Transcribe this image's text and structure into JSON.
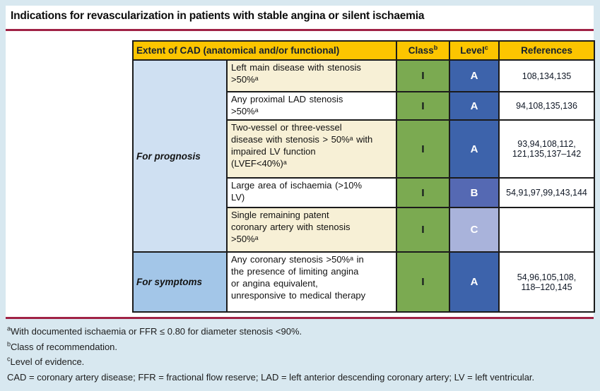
{
  "page": {
    "title": "Indications for revascularization in patients with stable angina or silent ischaemia"
  },
  "colors": {
    "page_background": "#D8E8F0",
    "panel_background": "#FFFFFF",
    "rule_red": "#A02245",
    "header_yellow": "#FCC500",
    "class_green": "#7BAA51",
    "level_a_blue": "#3D63AB",
    "level_b_blue": "#5569B3",
    "level_c_blue": "#A9B3DB",
    "prognosis_blue": "#CFE0F2",
    "symptoms_blue": "#A3C6E8",
    "indication_cream": "#F7F0D6"
  },
  "table": {
    "headers": {
      "extent": "Extent of CAD (anatomical and/or functional)",
      "class_label": "Class",
      "class_sup": "b",
      "level_label": "Level",
      "level_sup": "c",
      "references": "References"
    },
    "groups": {
      "prognosis": "For prognosis",
      "symptoms": "For symptoms"
    },
    "rows": [
      {
        "indication": "Left main disease with stenosis\n>50%ᵃ",
        "class": "I",
        "level": "A",
        "references": "108,134,135"
      },
      {
        "indication": "Any proximal LAD stenosis\n>50%ᵃ",
        "class": "I",
        "level": "A",
        "references": "94,108,135,136"
      },
      {
        "indication": "Two-vessel or three-vessel\ndisease with stenosis > 50%ᵃ with\nimpaired LV function\n(LVEF<40%)ᵃ",
        "class": "I",
        "level": "A",
        "references": "93,94,108,112,\n121,135,137–142"
      },
      {
        "indication": "Large area of ischaemia (>10%\nLV)",
        "class": "I",
        "level": "B",
        "references": "54,91,97,99,143,144"
      },
      {
        "indication": "Single remaining patent\ncoronary artery with stenosis\n>50%ᵃ",
        "class": "I",
        "level": "C",
        "references": ""
      },
      {
        "indication": "Any coronary stenosis >50%ᵃ in\nthe presence of limiting angina\nor angina equivalent,\nunresponsive to medical therapy",
        "class": "I",
        "level": "A",
        "references": "54,96,105,108,\n118–120,145"
      }
    ]
  },
  "footnotes": [
    {
      "sup": "a",
      "text": "With documented ischaemia or FFR ≤ 0.80 for diameter stenosis <90%."
    },
    {
      "sup": "b",
      "text": "Class of recommendation."
    },
    {
      "sup": "c",
      "text": "Level of evidence."
    },
    {
      "sup": "",
      "text": "CAD = coronary artery disease; FFR = fractional flow reserve; LAD = left anterior descending coronary artery; LV = left ventricular."
    }
  ]
}
